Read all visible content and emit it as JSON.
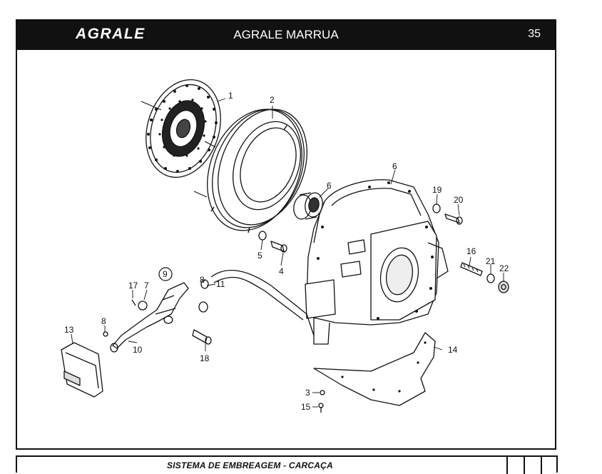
{
  "header": {
    "brand": "AGRALE",
    "title": "AGRALE MARRUA",
    "page_number": "35"
  },
  "footer": {
    "title": "SISTEMA DE EMBREAGEM - CARCAÇA"
  },
  "callouts": {
    "c1": "1",
    "c2": "2",
    "c6a": "6",
    "c6b": "6",
    "c19": "19",
    "c20": "20",
    "c5": "5",
    "c4": "4",
    "c16": "16",
    "c21": "21",
    "c22": "22",
    "c9": "9",
    "c17": "17",
    "c7": "7",
    "c8a": "8",
    "c11": "11",
    "c8b": "8",
    "c13": "13",
    "c10": "10",
    "c18": "18",
    "c14": "14",
    "c3": "3",
    "c15": "15"
  },
  "colors": {
    "ink": "#111111",
    "paper": "#ffffff",
    "header_bg": "#111111"
  }
}
